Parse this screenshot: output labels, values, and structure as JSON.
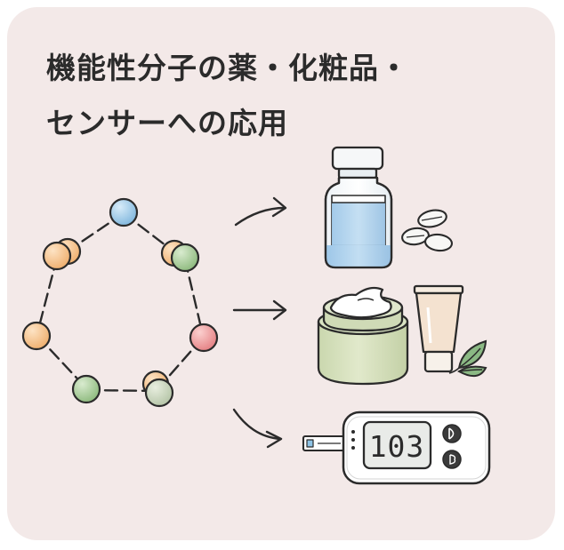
{
  "title": {
    "line1": "機能性分子の薬・化粧品・",
    "line2": "センサーへの応用"
  },
  "sensor": {
    "reading": "103"
  },
  "colors": {
    "background": "#f3e9e8",
    "ink": "#2b2b2b",
    "atom_blue": "#8ec3e6",
    "atom_orange": "#f3bf86",
    "atom_green": "#9fc590",
    "atom_red": "#ee9a9a",
    "medicine_liquid": "#a9cdea",
    "cream_jar": "#d9e3c3",
    "tube": "#f4e2d0",
    "leaf": "#8bb984"
  },
  "icons": [
    "molecule-ring-icon",
    "arrow-right-icon",
    "medicine-vial-icon",
    "pills-icon",
    "cream-jar-icon",
    "cosmetic-tube-icon",
    "leaf-icon",
    "test-strip-icon",
    "glucose-meter-icon"
  ]
}
